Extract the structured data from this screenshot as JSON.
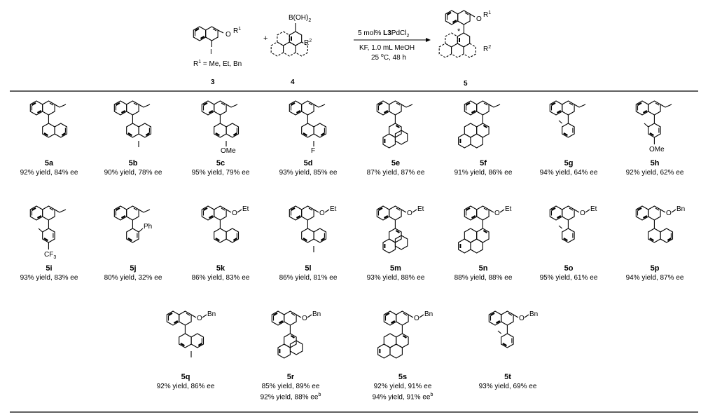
{
  "header": {
    "reagent_3": {
      "substituent_label": "O",
      "r_label": "R",
      "r_sup": "1",
      "iodo": "I",
      "def_prefix": "R",
      "def_sup": "1",
      "def_text": " = Me, Et, Bn",
      "number": "3"
    },
    "plus": "+",
    "reagent_4": {
      "boron": "B(OH)",
      "boron_sub": "2",
      "r_label": "R",
      "r_sup": "2",
      "number": "4"
    },
    "conditions": {
      "line1_pre": "5  mol% ",
      "line1_bold": "L3",
      "line1_post": "PdCl",
      "line1_sub": "2",
      "line2": "KF, 1.0 mL MeOH",
      "line3_pre": "25 ",
      "line3_sup": "o",
      "line3_post": "C, 48 h"
    },
    "product": {
      "star": "*",
      "o": "O",
      "r1": "R",
      "r1_sup": "1",
      "r2": "R",
      "r2_sup": "2",
      "number": "5"
    }
  },
  "compounds": [
    {
      "id": "5a",
      "yield": "92% yield, 84% ee"
    },
    {
      "id": "5b",
      "yield": "90% yield, 78% ee"
    },
    {
      "id": "5c",
      "yield": "95% yield, 79% ee"
    },
    {
      "id": "5d",
      "yield": "93% yield, 85% ee"
    },
    {
      "id": "5e",
      "yield": "87% yield, 87% ee"
    },
    {
      "id": "5f",
      "yield": "91% yield, 86% ee"
    },
    {
      "id": "5g",
      "yield": "94% yield, 64% ee"
    },
    {
      "id": "5h",
      "yield": "92% yield, 62% ee"
    },
    {
      "id": "5i",
      "yield": "93% yield, 83% ee"
    },
    {
      "id": "5j",
      "yield": "80% yield, 32% ee"
    },
    {
      "id": "5k",
      "yield": "86% yield, 83% ee"
    },
    {
      "id": "5l",
      "yield": "86% yield, 81% ee"
    },
    {
      "id": "5m",
      "yield": "93% yield, 88% ee"
    },
    {
      "id": "5n",
      "yield": "88% yield, 88% ee"
    },
    {
      "id": "5o",
      "yield": "95% yield, 61% ee"
    },
    {
      "id": "5p",
      "yield": "94% yield, 87% ee"
    },
    {
      "id": "5q",
      "yield": "92% yield, 86% ee"
    },
    {
      "id": "5r",
      "yield": "85% yield, 89% ee",
      "yield2": "92% yield, 88% ee",
      "yield2_sup": "b"
    },
    {
      "id": "5s",
      "yield": "92% yield, 91% ee",
      "yield2": "94% yield, 91% ee",
      "yield2_sup": "b"
    },
    {
      "id": "5t",
      "yield": "93% yield, 69% ee"
    }
  ],
  "substituents": {
    "ome": "OMe",
    "f": "F",
    "cf3": "CF",
    "cf3_sub": "3",
    "ph": "Ph",
    "o": "O",
    "et": "Et",
    "bn": "Bn"
  }
}
